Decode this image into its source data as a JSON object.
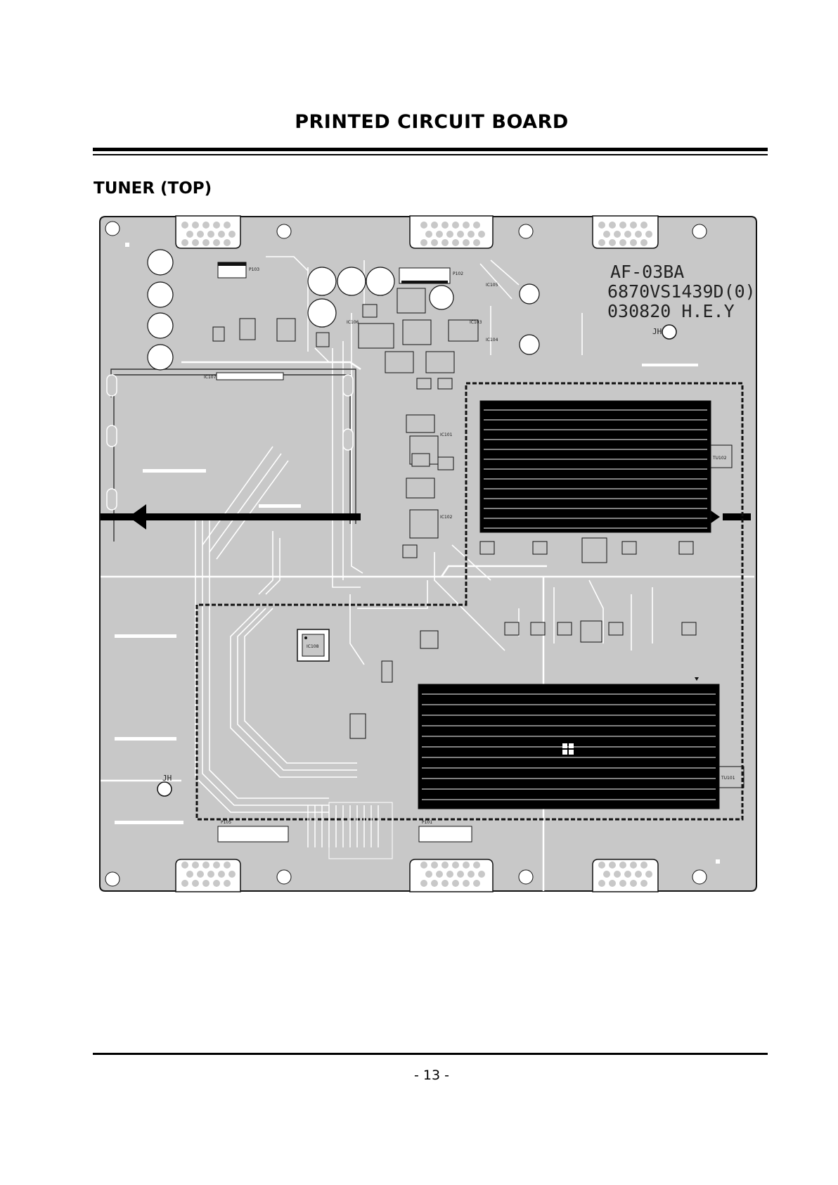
{
  "page": {
    "title": "PRINTED CIRCUIT BOARD",
    "section": "TUNER (TOP)",
    "page_number": "- 13 -"
  },
  "board": {
    "model_code": "AF-03BA",
    "part_number": "6870VS1439D(0)",
    "date_code": "030820 H.E.Y",
    "mark_jh": "JH",
    "tuner_labels": [
      "TU102",
      "TU101"
    ],
    "connector_labels": [
      "P102",
      "P103",
      "P101",
      "P105"
    ],
    "ic_labels": [
      "IC106",
      "IC107",
      "IC101",
      "IC102",
      "IC103",
      "IC104",
      "IC105",
      "IC108"
    ],
    "colors": {
      "board_fill": "#c8c8c8",
      "trace": "#ffffff",
      "outline": "#111111",
      "module": "#000000"
    }
  }
}
